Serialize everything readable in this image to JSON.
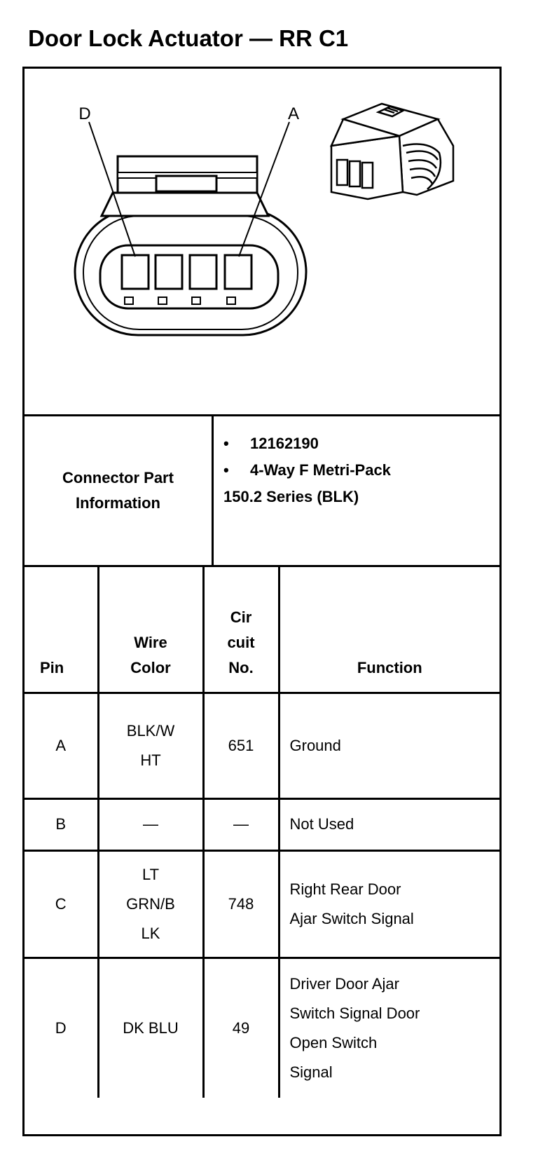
{
  "title": "Door Lock Actuator — RR C1",
  "diagram": {
    "pin_label_left": "D",
    "pin_label_right": "A"
  },
  "connector": {
    "label_line1": "Connector Part",
    "label_line2": "Information",
    "bullet": "•",
    "part_number": "12162190",
    "description_line1": "4-Way F Metri-Pack",
    "description_line2": "150.2 Series (BLK)"
  },
  "table": {
    "headers": {
      "pin": "Pin",
      "wire_color_line1": "Wire",
      "wire_color_line2": "Color",
      "circuit_line1": "Cir",
      "circuit_line2": "cuit",
      "circuit_line3": "No.",
      "function": "Function"
    },
    "rows": [
      {
        "pin": "A",
        "wire": [
          "BLK/W",
          "HT"
        ],
        "circuit": "651",
        "function": [
          "Ground"
        ]
      },
      {
        "pin": "B",
        "wire": [
          "—"
        ],
        "circuit": "—",
        "function": [
          "Not Used"
        ]
      },
      {
        "pin": "C",
        "wire": [
          "LT",
          "GRN/B",
          "LK"
        ],
        "circuit": "748",
        "function": [
          "Right Rear Door",
          "Ajar Switch Signal"
        ]
      },
      {
        "pin": "D",
        "wire": [
          "DK BLU"
        ],
        "circuit": "49",
        "function": [
          "Driver Door Ajar",
          "Switch Signal Door",
          "Open Switch",
          "Signal"
        ]
      }
    ]
  }
}
